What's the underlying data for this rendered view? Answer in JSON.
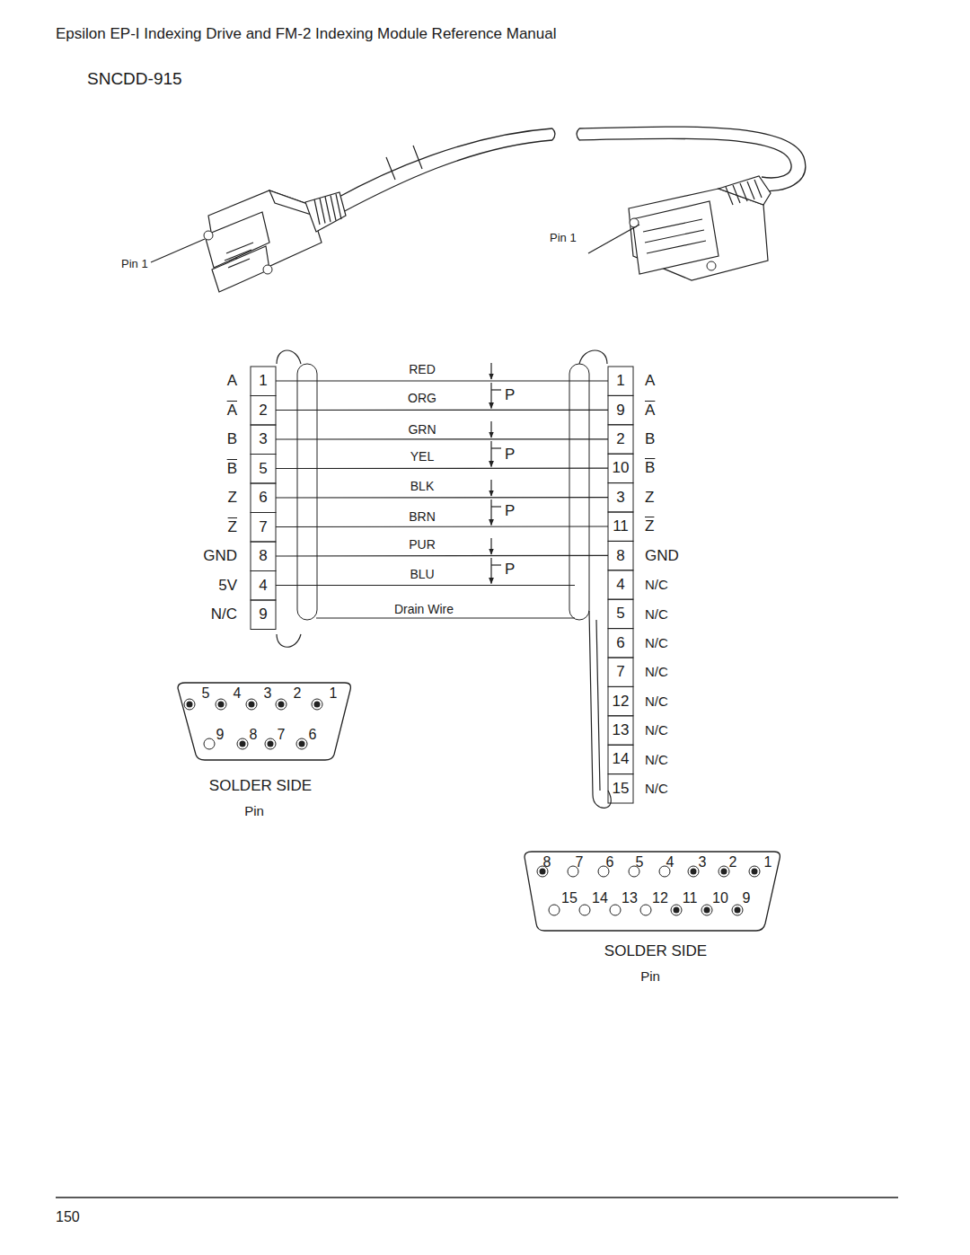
{
  "diagram": {
    "labels": [
      "Epsilon EP-I Indexing Drive and FM-2 Indexing Module Reference Manual",
      "SNCDD-915",
      "Pin 1",
      "Pin 1",
      "A",
      "1",
      "A",
      "2",
      "B",
      "3",
      "B",
      "5",
      "Z",
      "6",
      "Z",
      "7",
      "GND",
      "8",
      "5V",
      "4",
      "N/C",
      "9",
      "RED",
      "ORG",
      "P",
      "GRN",
      "YEL",
      "P",
      "BLK",
      "BRN",
      "P",
      "PUR",
      "BLU",
      "P",
      "Drain Wire",
      "1",
      "A",
      "9",
      "A",
      "2",
      "B",
      "10",
      "B",
      "3",
      "Z",
      "11",
      "Z",
      "8",
      "GND",
      "4",
      "N/C",
      "5",
      "N/C",
      "6",
      "N/C",
      "7",
      "N/C",
      "12",
      "N/C",
      "13",
      "N/C",
      "14",
      "N/C",
      "15",
      "N/C",
      "5",
      "4",
      "3",
      "2",
      "1",
      "9",
      "8",
      "7",
      "6",
      "SOLDER SIDE",
      "Pin",
      "8",
      "7",
      "6",
      "5",
      "4",
      "3",
      "2",
      "1",
      "15",
      "14",
      "13",
      "12",
      "11",
      "10",
      "9",
      "SOLDER SIDE",
      "Pin",
      "150"
    ]
  }
}
